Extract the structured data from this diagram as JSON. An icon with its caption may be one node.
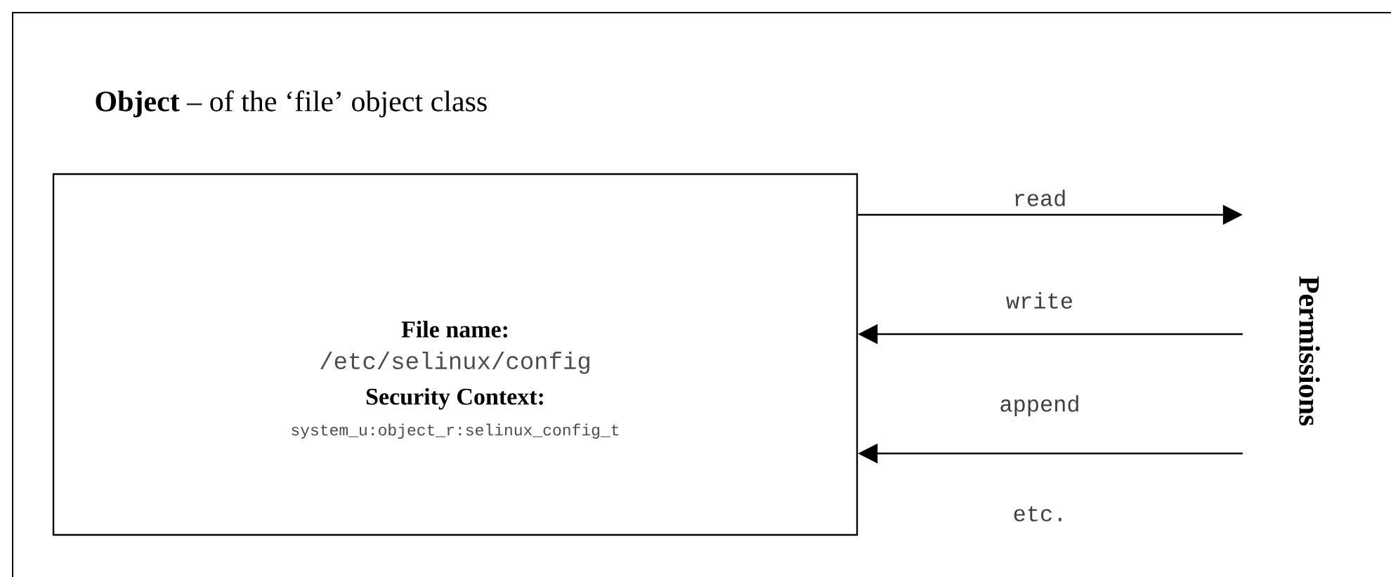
{
  "diagram": {
    "nodes": [
      {
        "text": [
          "**Object** – of the ‘file’ object class"
        ]
      },
      {
        "text": [
          "File name:",
          "/etc/selinux/config",
          "Security Context:",
          "system_u:object_r:selinux_config_t"
        ],
        "in": 0
      },
      {
        "text": [
          "Permissions"
        ],
        "in": 0
      }
    ],
    "edges": [
      {
        "from": 1,
        "to": 2,
        "arrow": "to",
        "label": "read"
      },
      {
        "from": 2,
        "to": 1,
        "arrow": "to",
        "label": "write"
      },
      {
        "from": 2,
        "to": 1,
        "arrow": "to",
        "label": "append"
      }
    ],
    "labels": [
      "etc."
    ]
  }
}
